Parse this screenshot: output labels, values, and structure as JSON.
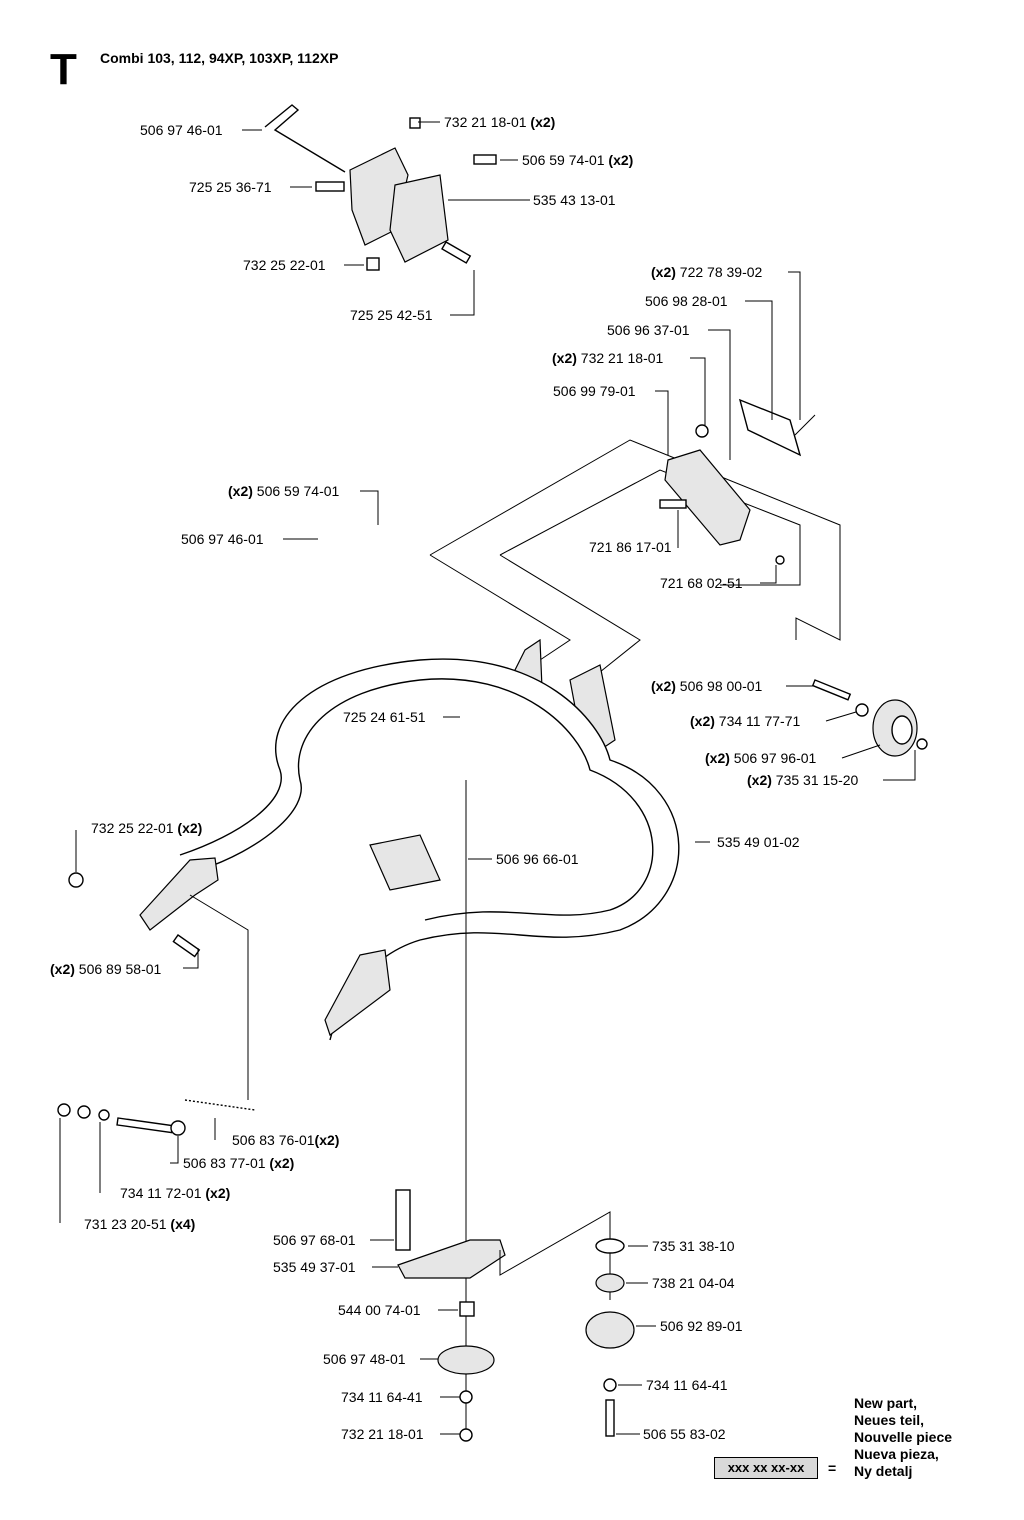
{
  "section_letter": "T",
  "title": "Combi 103, 112, 94XP, 103XP, 112XP",
  "labels": [
    {
      "num": "506 97 46-01",
      "qty": ""
    },
    {
      "num": "732 21 18-01",
      "qty": "(x2)"
    },
    {
      "num": "506 59 74-01",
      "qty": "(x2)"
    },
    {
      "num": "725 25 36-71",
      "qty": ""
    },
    {
      "num": "535 43 13-01",
      "qty": ""
    },
    {
      "num": "732 25 22-01",
      "qty": ""
    },
    {
      "num": "725 25 42-51",
      "qty": ""
    },
    {
      "num": "722 78 39-02",
      "qty": "(x2)"
    },
    {
      "num": "506 98 28-01",
      "qty": ""
    },
    {
      "num": "506 96 37-01",
      "qty": ""
    },
    {
      "num": "732 21 18-01",
      "qty": "(x2)"
    },
    {
      "num": "506 99 79-01",
      "qty": ""
    },
    {
      "num": "506 59 74-01",
      "qty": "(x2)"
    },
    {
      "num": "506 97 46-01",
      "qty": ""
    },
    {
      "num": "721 86 17-01",
      "qty": ""
    },
    {
      "num": "721 68 02-51",
      "qty": ""
    },
    {
      "num": "506 98 00-01",
      "qty": "(x2)"
    },
    {
      "num": "725 24 61-51",
      "qty": ""
    },
    {
      "num": "734 11 77-71",
      "qty": "(x2)"
    },
    {
      "num": "506 97 96-01",
      "qty": "(x2)"
    },
    {
      "num": "735 31 15-20",
      "qty": "(x2)"
    },
    {
      "num": "732 25 22-01",
      "qty": "(x2)"
    },
    {
      "num": "535 49 01-02",
      "qty": ""
    },
    {
      "num": "506 96 66-01",
      "qty": ""
    },
    {
      "num": "506 89 58-01",
      "qty": "(x2)"
    },
    {
      "num": "506 83 76-01",
      "qty": "(x2)"
    },
    {
      "num": "506 83 77-01",
      "qty": "(x2)"
    },
    {
      "num": "734 11 72-01",
      "qty": "(x2)"
    },
    {
      "num": "731 23 20-51",
      "qty": "(x4)"
    },
    {
      "num": "506 97 68-01",
      "qty": ""
    },
    {
      "num": "535 49 37-01",
      "qty": ""
    },
    {
      "num": "735 31 38-10",
      "qty": ""
    },
    {
      "num": "738 21 04-04",
      "qty": ""
    },
    {
      "num": "544 00 74-01",
      "qty": ""
    },
    {
      "num": "506 92 89-01",
      "qty": ""
    },
    {
      "num": "506 97 48-01",
      "qty": ""
    },
    {
      "num": "734 11 64-41",
      "qty": ""
    },
    {
      "num": "734 11 64-41",
      "qty": ""
    },
    {
      "num": "732 21 18-01",
      "qty": ""
    },
    {
      "num": "506 55 83-02",
      "qty": ""
    }
  ],
  "legend": {
    "box": "xxx xx xx-xx",
    "eq": "=",
    "lines": [
      "New part,",
      "Neues teil,",
      "Nouvelle piece",
      "Nueva pieza,",
      "Ny detalj"
    ]
  }
}
